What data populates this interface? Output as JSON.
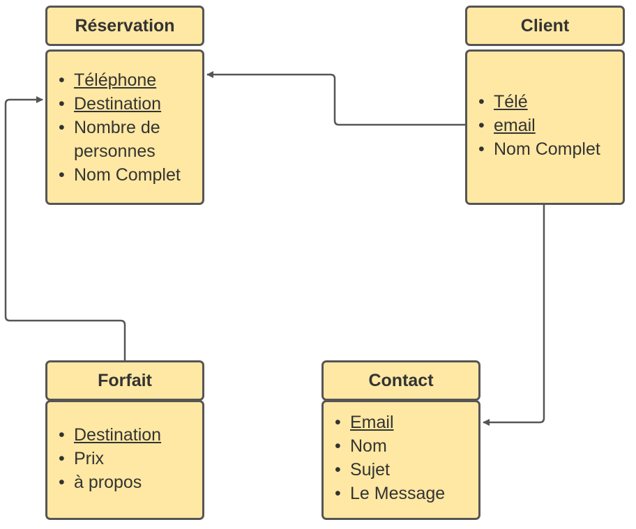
{
  "entities": {
    "reservation": {
      "title": "Réservation",
      "attributes": [
        {
          "text": "Téléphone",
          "key": true
        },
        {
          "text": "Destination",
          "key": true
        },
        {
          "text": "Nombre de personnes",
          "key": false
        },
        {
          "text": "Nom Complet",
          "key": false
        }
      ]
    },
    "client": {
      "title": "Client",
      "attributes": [
        {
          "text": "Télé",
          "key": true
        },
        {
          "text": "email",
          "key": true
        },
        {
          "text": "Nom Complet",
          "key": false
        }
      ]
    },
    "forfait": {
      "title": "Forfait",
      "attributes": [
        {
          "text": "Destination",
          "key": true
        },
        {
          "text": "Prix",
          "key": false
        },
        {
          "text": "à propos",
          "key": false
        }
      ]
    },
    "contact": {
      "title": "Contact",
      "attributes": [
        {
          "text": "Email",
          "key": true
        },
        {
          "text": "Nom",
          "key": false
        },
        {
          "text": "Sujet",
          "key": false
        },
        {
          "text": "Le Message",
          "key": false
        }
      ]
    }
  },
  "connections": [
    {
      "from": "client",
      "to": "reservation"
    },
    {
      "from": "forfait",
      "to": "reservation"
    },
    {
      "from": "client",
      "to": "contact"
    }
  ],
  "colors": {
    "box_fill": "#ffe8a3",
    "box_border": "#555555",
    "text": "#333333",
    "line": "#555555"
  }
}
